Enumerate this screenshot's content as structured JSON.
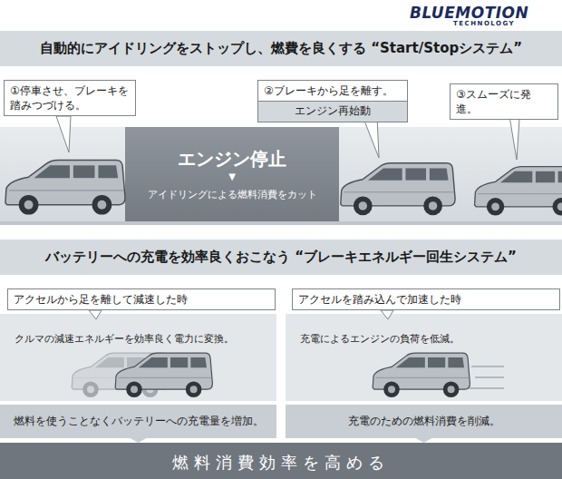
{
  "diagram": {
    "nodes": [
      {
        "text": [
          "自動的にアイドリングをストップし、燃費を良くする “Start/Stopシステム”"
        ]
      },
      {
        "text": [
          "①停車させ、ブレーキを 踏みつづける。"
        ]
      },
      {
        "text": [
          "エンジン停止",
          "▼",
          "アイドリングによる燃料消費をカット"
        ]
      },
      {
        "text": [
          "②ブレーキから足を離す。"
        ]
      },
      {
        "text": [
          "エンジン再始動"
        ],
        "in": 3
      },
      {
        "text": [
          "③スムーズに発進。"
        ]
      },
      {
        "text": [
          "バッテリーへの充電を効率良くおこなう “ブレーキエネルギー回生システム”"
        ]
      },
      {
        "text": [
          "アクセルから足を離して減速した時"
        ]
      },
      {
        "text": [
          "クルマの減速エネルギーを効率良く電力に変換。"
        ]
      },
      {
        "text": [
          "燃料を使うことなくバッテリーへの充電量を増加。"
        ]
      },
      {
        "text": [
          "アクセルを踏み込んで加速した時"
        ]
      },
      {
        "text": [
          "充電によるエンジンの負荷を低減。"
        ]
      },
      {
        "text": [
          "充電のための燃料消費を削減。"
        ]
      },
      {
        "text": [
          "燃料消費効率を高める"
        ]
      }
    ],
    "edges": [
      {
        "from": 9,
        "to": 13,
        "arrow": "to"
      },
      {
        "from": 12,
        "to": 13,
        "arrow": "to"
      }
    ],
    "labels": [
      "BLUEMOTION",
      "TECHNOLOGY"
    ]
  }
}
